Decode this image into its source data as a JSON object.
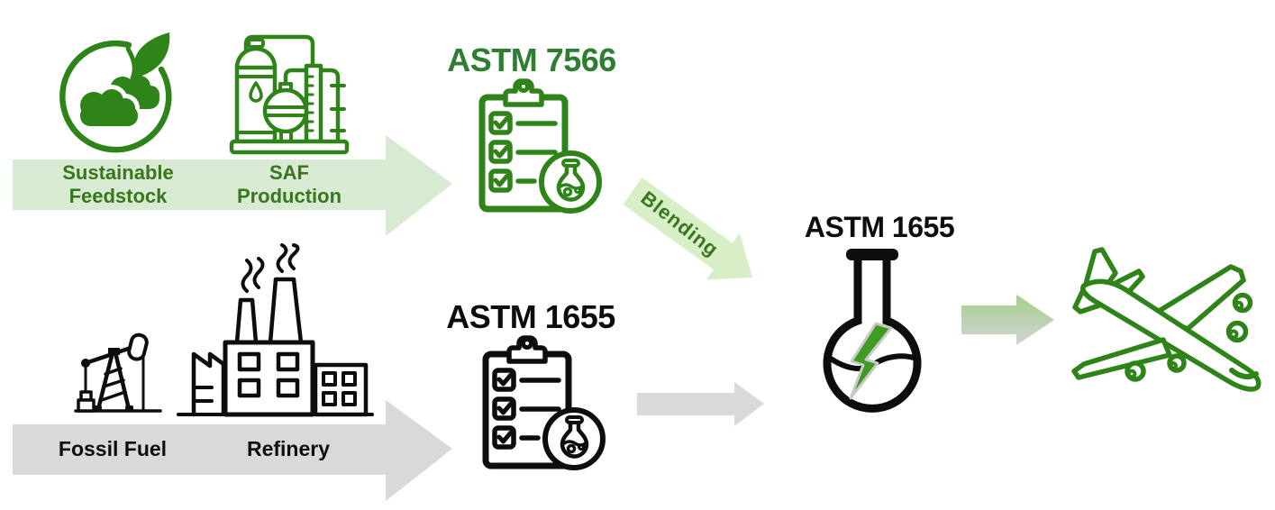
{
  "diagram": {
    "top_flow": {
      "feedstock_label": "Sustainable Feedstock",
      "production_label": "SAF Production",
      "standard_title": "ASTM 7566"
    },
    "bottom_flow": {
      "fossil_label": "Fossil Fuel",
      "refinery_label": "Refinery",
      "standard_title": "ASTM 1655"
    },
    "blend": {
      "arrow_label": "Blending",
      "standard_title": "ASTM 1655"
    },
    "icons": {
      "sustainable_feedstock": "cloud-leaf-circle-icon",
      "saf_production": "chemical-plant-icon",
      "astm7566_certification": "checklist-flask-icon",
      "fossil_fuel": "oil-pump-jack-icon",
      "refinery": "factory-icon",
      "astm1655_certification": "checklist-flask-icon",
      "blended_fuel": "round-flask-lightning-icon",
      "aircraft": "airliner-outline-icon"
    },
    "colors": {
      "icon_green": "#2e8418",
      "title_green": "#2f7d31",
      "label_green": "#38761d",
      "band_light_green": "#d9ead3",
      "blending_arrow_green": "#d7eec6",
      "band_gray": "#d9d9d9",
      "bolt_green": "#3f9c23",
      "black": "#0d0d0d"
    }
  }
}
